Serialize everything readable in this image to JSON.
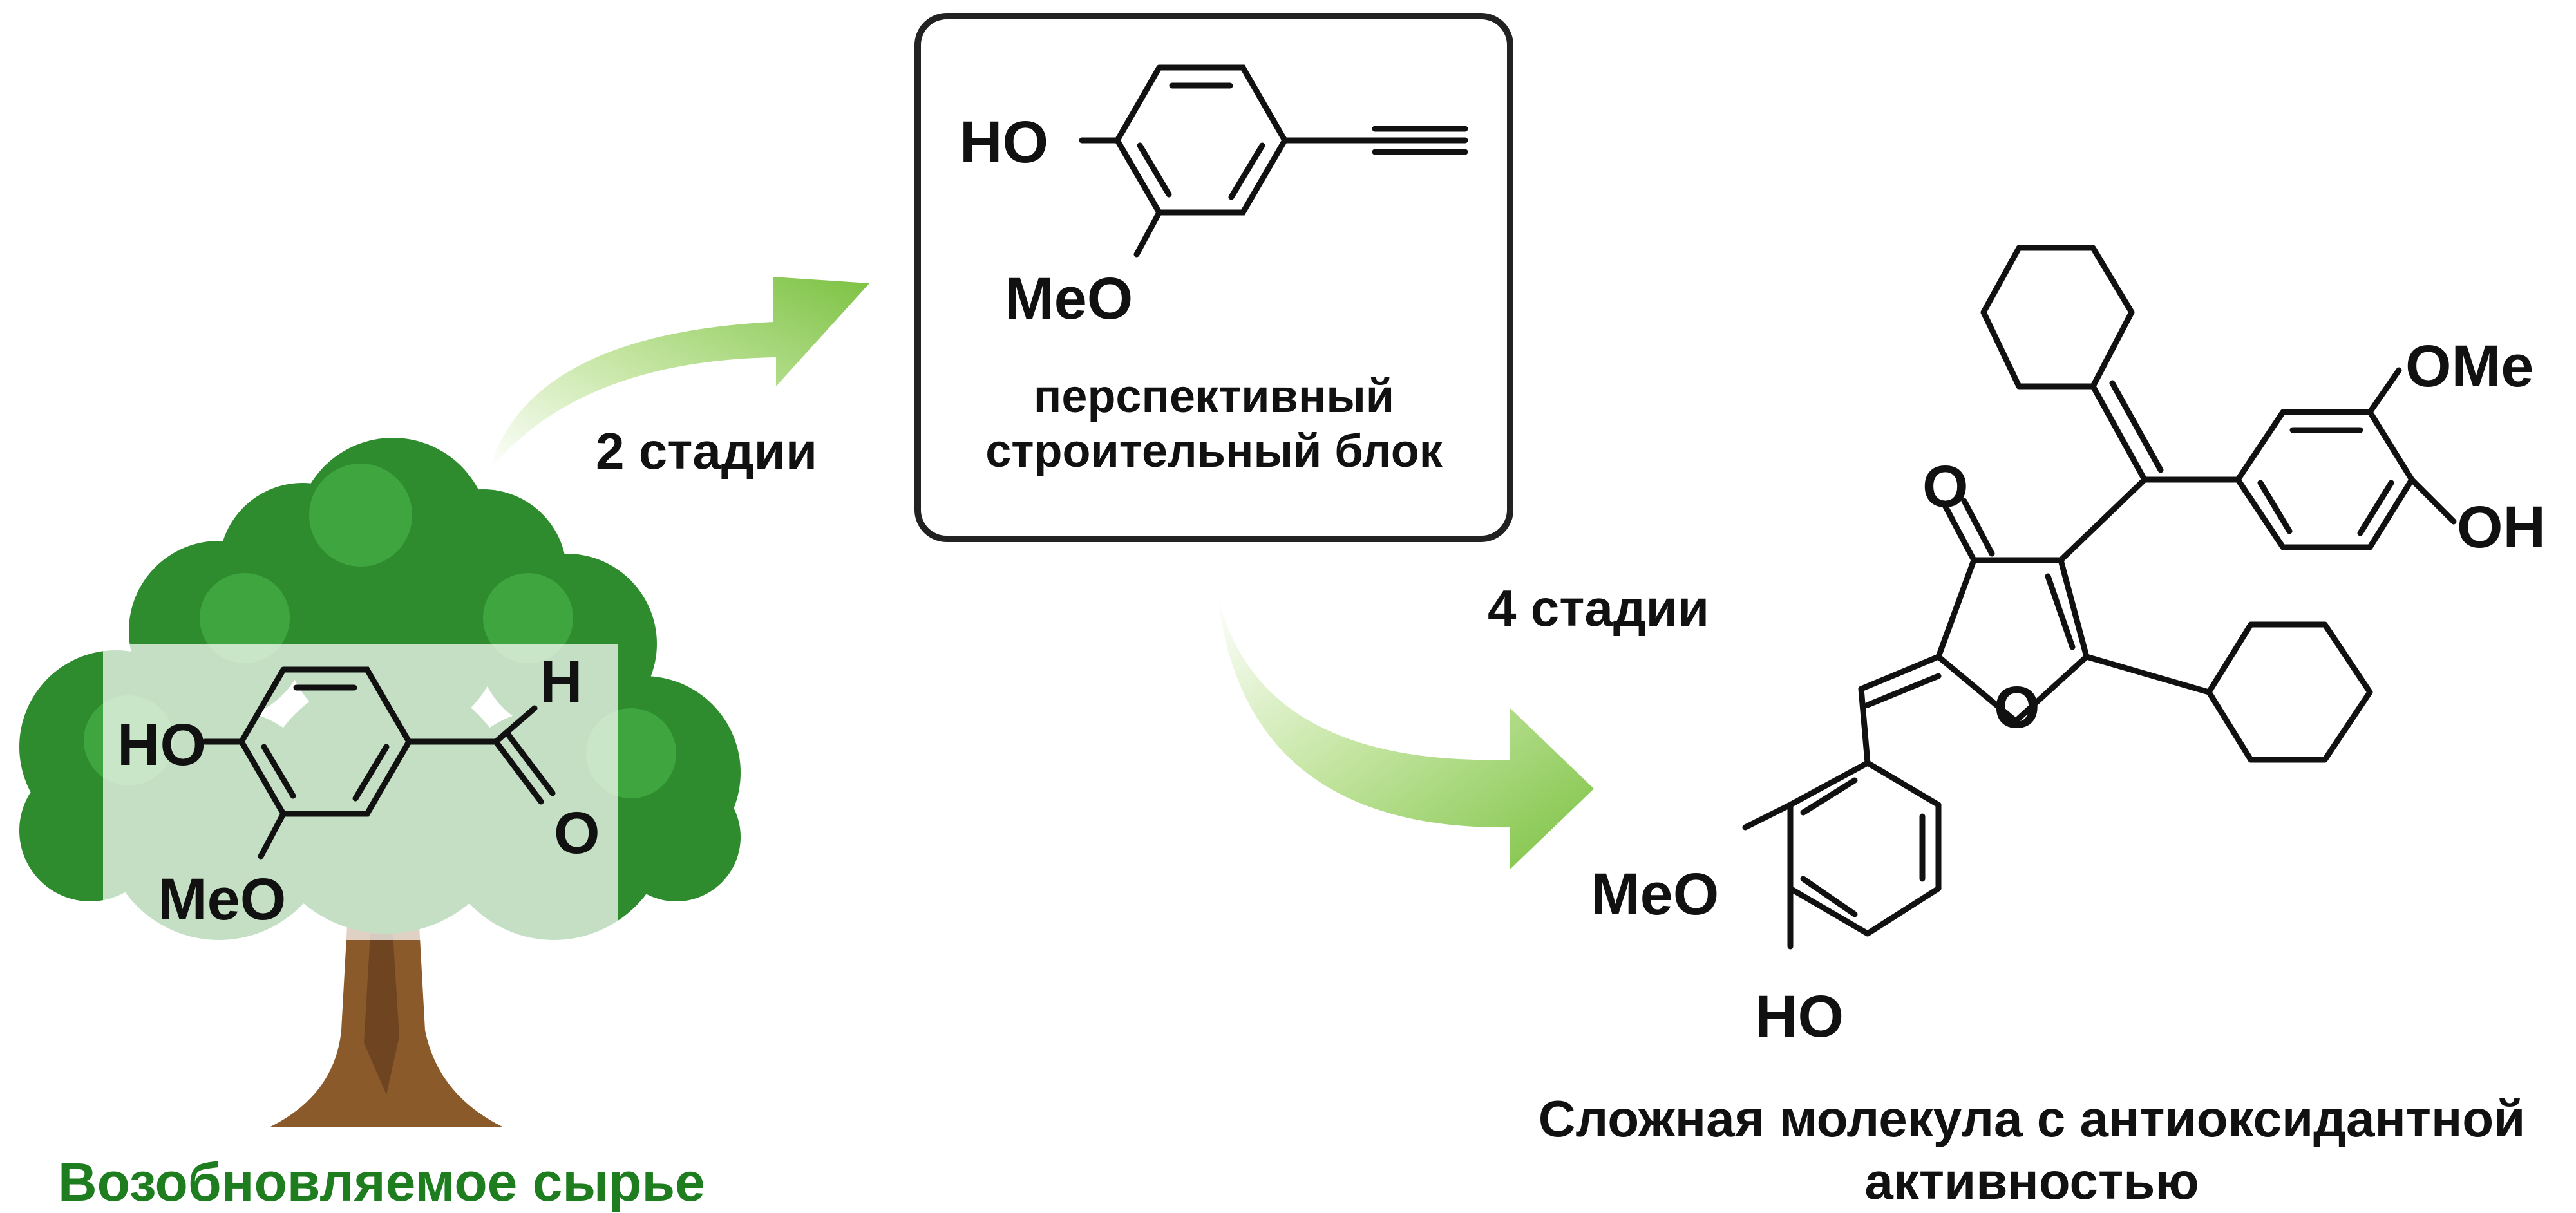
{
  "source_material": {
    "caption": "Возобновляемое сырье",
    "caption_color": "#1e7d1e",
    "labels": {
      "hydroxy": "HO",
      "methoxy": "MeO",
      "aldehyde_h": "H",
      "aldehyde_o": "O"
    }
  },
  "step1": {
    "label": "2 стадии"
  },
  "building_block": {
    "caption_line1": "перспективный",
    "caption_line2": "строительный блок",
    "labels": {
      "hydroxy": "HO",
      "methoxy": "MeO"
    }
  },
  "step2": {
    "label": "4 стадии"
  },
  "product": {
    "caption_line1": "Сложная молекула с антиоксидантной",
    "caption_line2": "активностью",
    "labels": {
      "methoxy_top": "OMe",
      "hydroxy_right": "OH",
      "ketone_o": "O",
      "ring_o": "O",
      "methoxy_bottom": "MeO",
      "hydroxy_bottom": "HO"
    }
  },
  "colors": {
    "arrow_green": "#7cc242",
    "tree_green": "#2e8b2e",
    "trunk_brown": "#8b5a2b",
    "ink": "#111111"
  }
}
